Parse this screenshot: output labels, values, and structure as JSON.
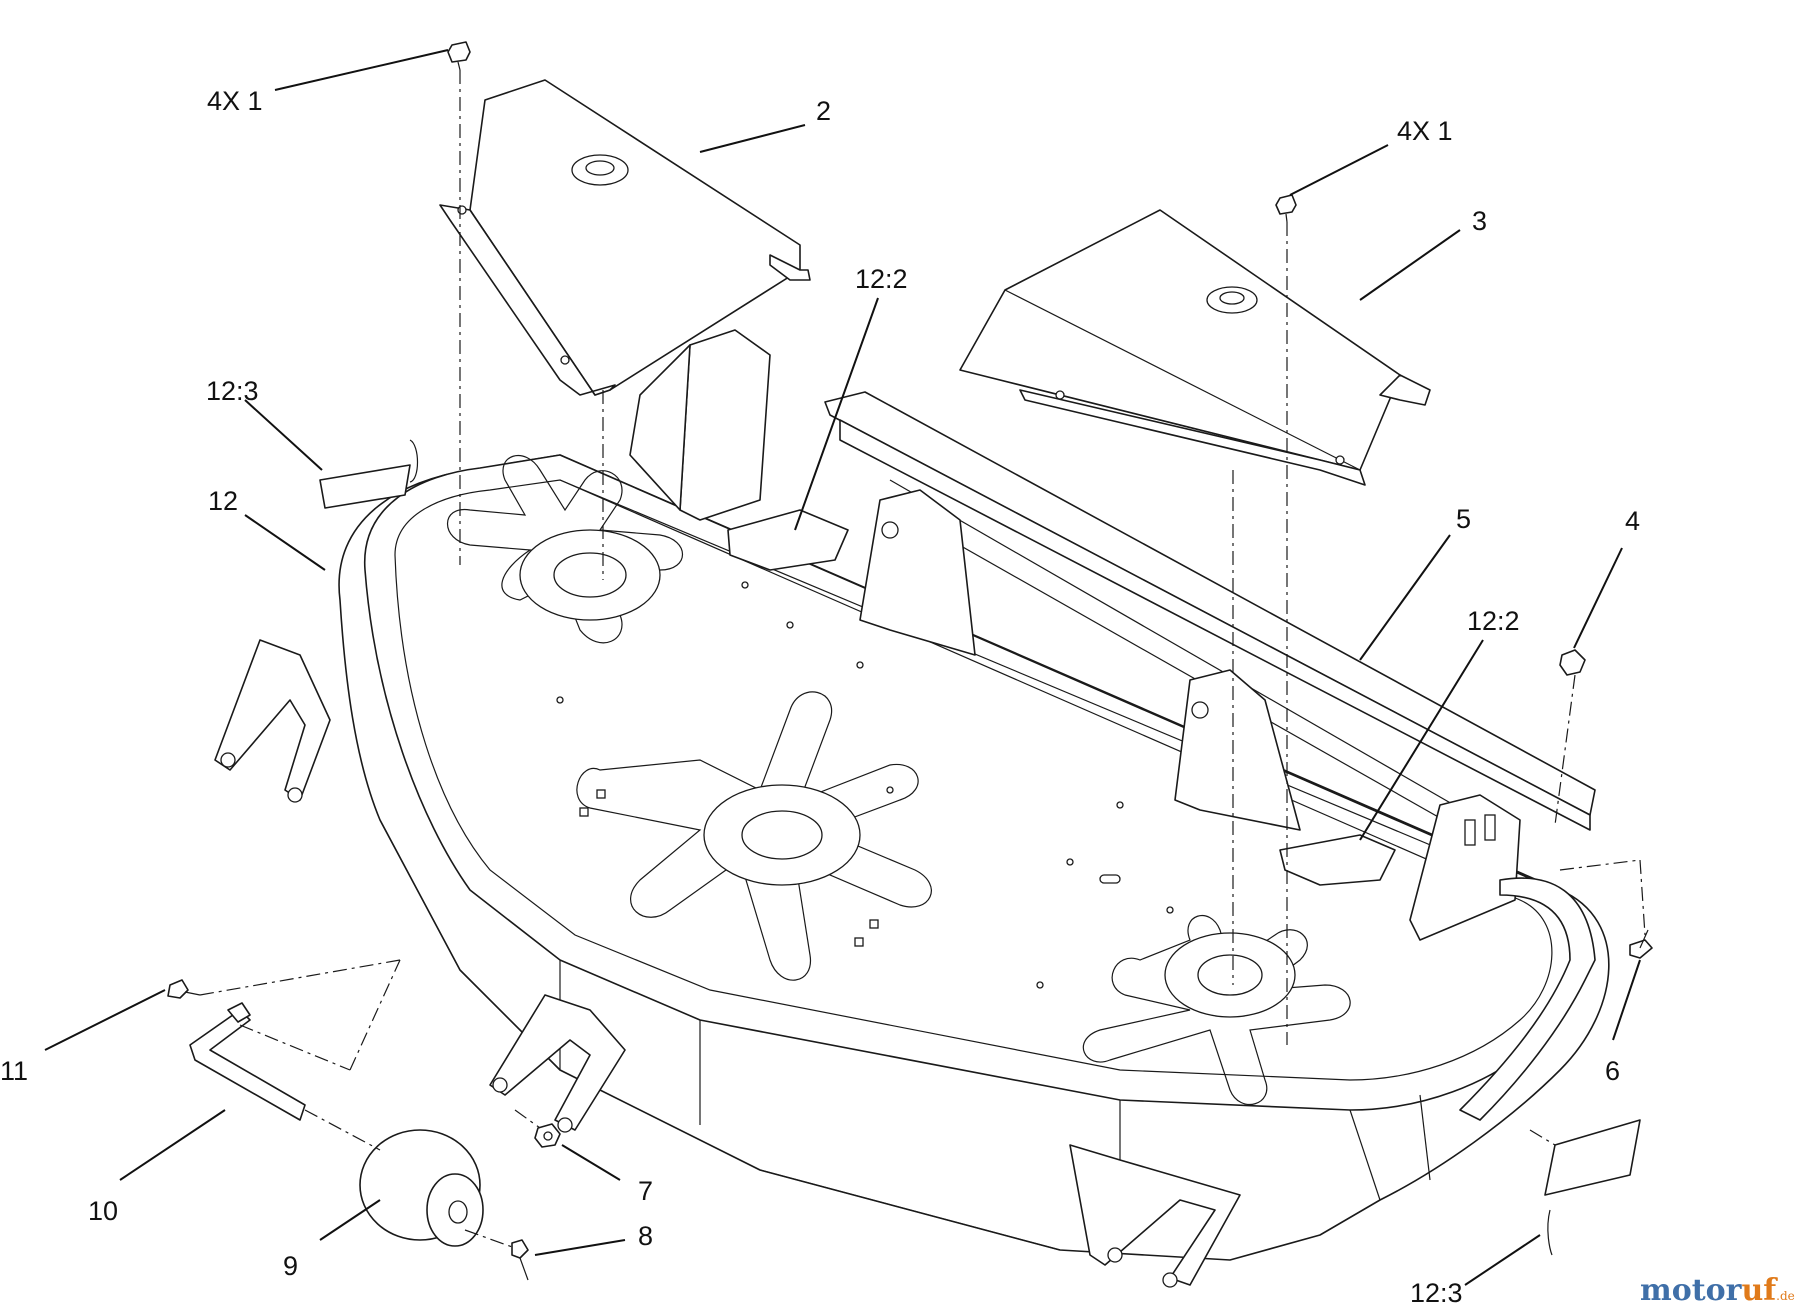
{
  "callouts": {
    "c_4x1_left": "4X 1",
    "c_2": "2",
    "c_4x1_right": "4X 1",
    "c_3": "3",
    "c_12_2_top": "12:2",
    "c_12_3_top": "12:3",
    "c_12": "12",
    "c_5": "5",
    "c_4": "4",
    "c_12_2_right": "12:2",
    "c_11": "11",
    "c_6": "6",
    "c_10": "10",
    "c_7": "7",
    "c_8": "8",
    "c_9": "9",
    "c_12_3_bottom": "12:3"
  },
  "watermark": {
    "part1": "motor",
    "part2": "uf",
    "suffix": ".de"
  }
}
